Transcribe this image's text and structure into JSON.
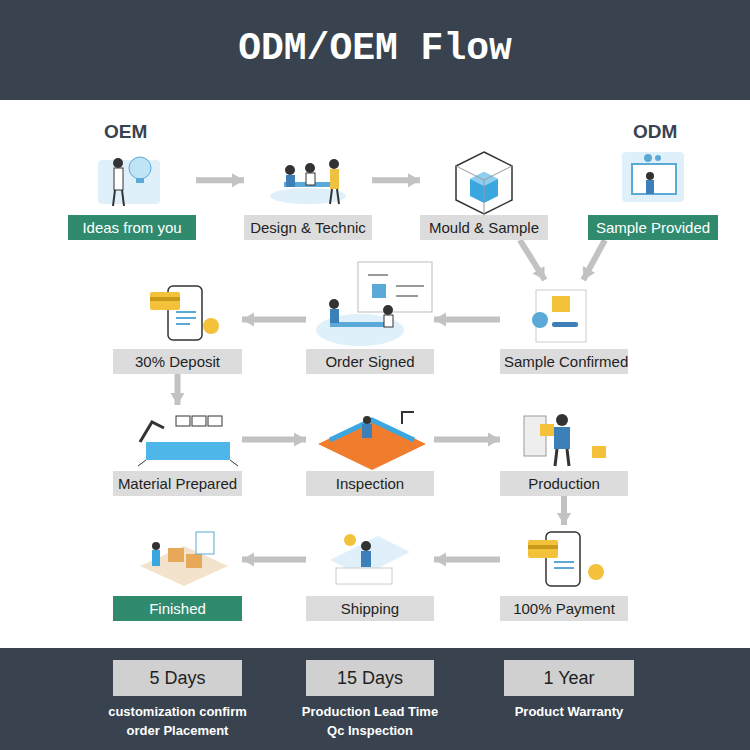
{
  "diagram": {
    "title": "ODM/OEM Flow",
    "nodes": [
      {
        "text": [
          "Ideas from you"
        ]
      },
      {
        "text": [
          "Design & Technic"
        ]
      },
      {
        "text": [
          "Mould & Sample"
        ]
      },
      {
        "text": [
          "Sample Provided"
        ]
      },
      {
        "text": [
          "30% Deposit"
        ]
      },
      {
        "text": [
          "Order Signed"
        ]
      },
      {
        "text": [
          "Sample Confirmed"
        ]
      },
      {
        "text": [
          "Material Prepared"
        ]
      },
      {
        "text": [
          "Inspection"
        ]
      },
      {
        "text": [
          "Production"
        ]
      },
      {
        "text": [
          "Finished"
        ]
      },
      {
        "text": [
          "Shipping"
        ]
      },
      {
        "text": [
          "100% Payment"
        ]
      },
      {
        "text": [
          "5 Days",
          "customization confirm order Placement"
        ]
      },
      {
        "text": [
          "15 Days",
          "Production Lead Time Qc Inspection"
        ]
      },
      {
        "text": [
          "1 Year",
          "Product Warranty"
        ]
      }
    ],
    "edges": [
      {
        "from": 0,
        "to": 1,
        "arrow": "to"
      },
      {
        "from": 1,
        "to": 2,
        "arrow": "to"
      },
      {
        "from": 2,
        "to": 6,
        "arrow": "to"
      },
      {
        "from": 3,
        "to": 6,
        "arrow": "to"
      },
      {
        "from": 6,
        "to": 5,
        "arrow": "to"
      },
      {
        "from": 5,
        "to": 4,
        "arrow": "to"
      },
      {
        "from": 4,
        "to": 7,
        "arrow": "to"
      },
      {
        "from": 7,
        "to": 8,
        "arrow": "to"
      },
      {
        "from": 8,
        "to": 9,
        "arrow": "to"
      },
      {
        "from": 9,
        "to": 12,
        "arrow": "to"
      },
      {
        "from": 12,
        "to": 11,
        "arrow": "to"
      },
      {
        "from": 11,
        "to": 10,
        "arrow": "to"
      }
    ],
    "labels": [
      "OEM",
      "ODM"
    ]
  }
}
